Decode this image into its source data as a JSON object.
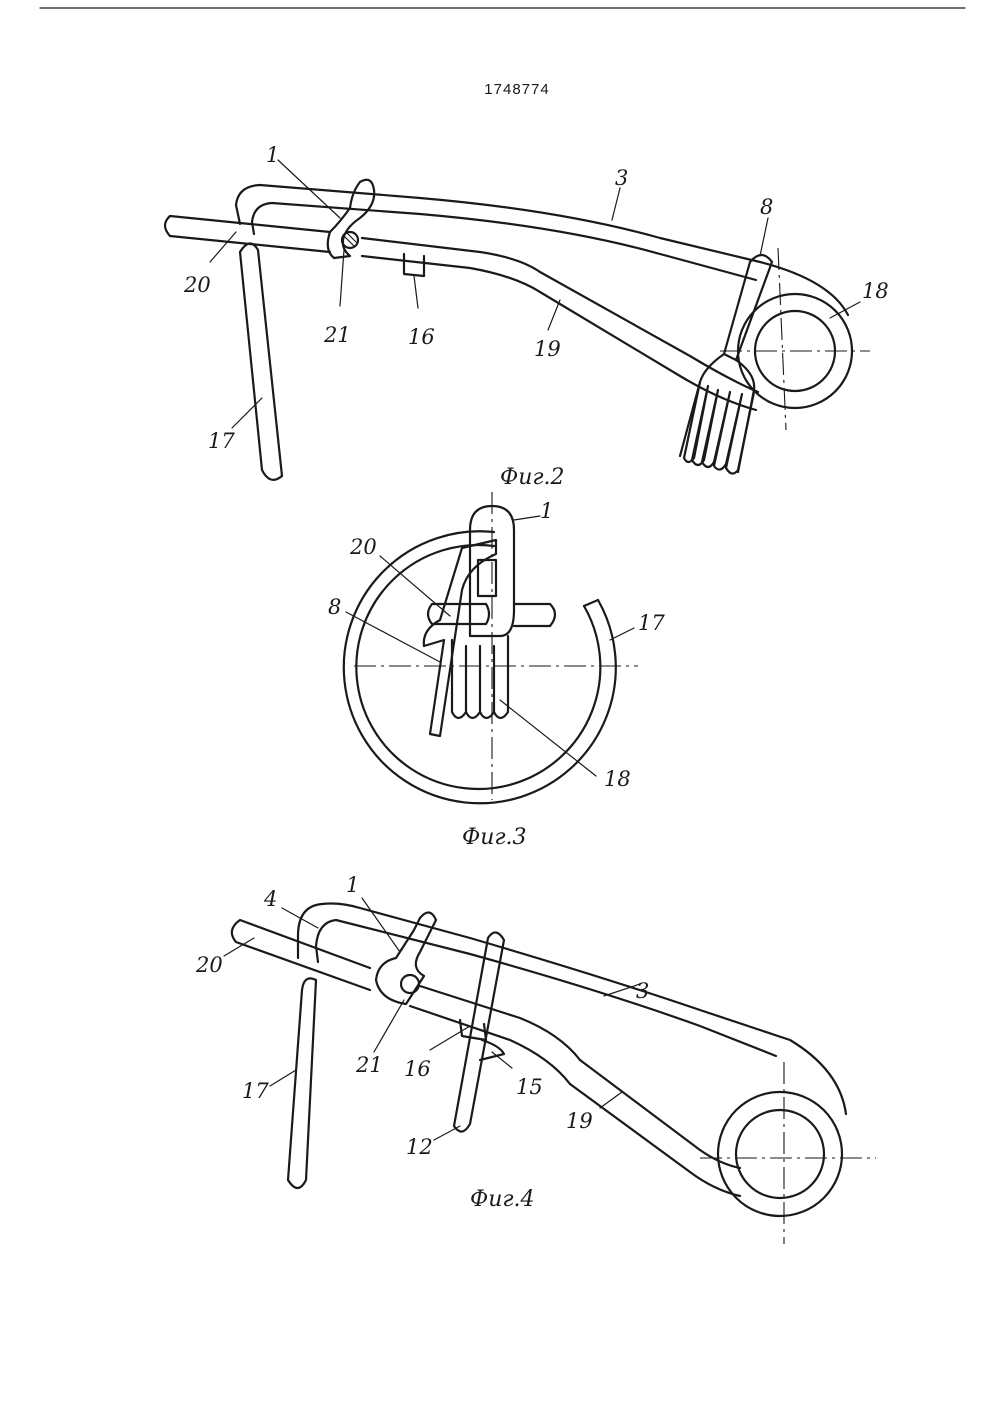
{
  "document_number": "1748774",
  "fig2": {
    "caption": "Фиг.2",
    "labels": {
      "l1": "1",
      "l3": "3",
      "l8": "8",
      "l18": "18",
      "l20": "20",
      "l21": "21",
      "l16": "16",
      "l19": "19",
      "l17": "17"
    }
  },
  "fig3": {
    "caption": "Фиг.3",
    "labels": {
      "l1": "1",
      "l20": "20",
      "l8": "8",
      "l17": "17",
      "l18": "18"
    }
  },
  "fig4": {
    "caption": "Фиг.4",
    "labels": {
      "l4": "4",
      "l1": "1",
      "l20": "20",
      "l3": "3",
      "l21": "21",
      "l16": "16",
      "l15": "15",
      "l17": "17",
      "l19": "19",
      "l12": "12"
    }
  }
}
